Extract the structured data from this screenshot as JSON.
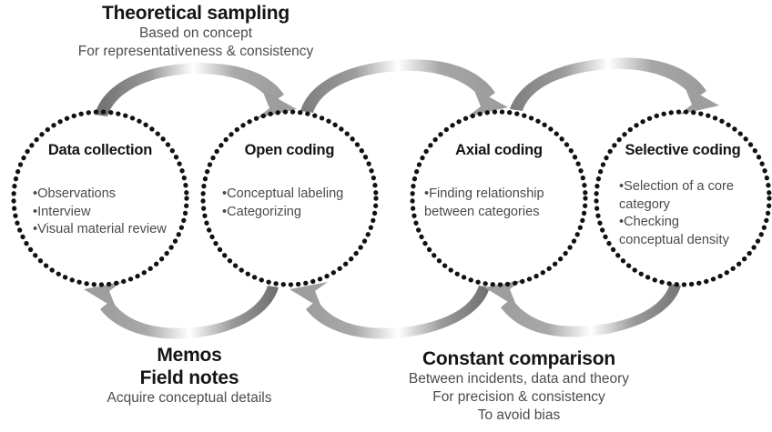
{
  "diagram": {
    "title_top": {
      "heading": "Theoretical sampling",
      "lines": [
        "Based on concept",
        "For representativeness & consistency"
      ]
    },
    "title_bottom_left": {
      "heading_line1": "Memos",
      "heading_line2": "Field notes",
      "lines": [
        "Acquire conceptual details"
      ]
    },
    "title_bottom_right": {
      "heading": "Constant comparison",
      "lines": [
        "Between incidents, data and theory",
        "For precision & consistency",
        "To avoid bias"
      ]
    },
    "stages": [
      {
        "id": "data-collection",
        "title": "Data collection",
        "items": [
          "•Observations",
          "•Interview",
          "•Visual material review"
        ]
      },
      {
        "id": "open-coding",
        "title": "Open coding",
        "items": [
          "•Conceptual labeling",
          "•Categorizing"
        ]
      },
      {
        "id": "axial-coding",
        "title": "Axial coding",
        "items": [
          "•Finding relationship",
          "between categories"
        ]
      },
      {
        "id": "selective-coding",
        "title": "Selective coding",
        "items": [
          "•Selection of a core",
          "category",
          "•Checking",
          "conceptual density"
        ]
      }
    ],
    "colors": {
      "circle_outline": "#111111",
      "arrow_dark": "#7b7b7b",
      "arrow_light": "#a9a9a9",
      "heading_text": "#151515",
      "body_text": "#4a4a4a",
      "background": "#ffffff"
    },
    "flow": {
      "forward_arrow_name": "forward-flow-arrow",
      "backward_arrow_name": "backward-flow-arrow"
    }
  }
}
